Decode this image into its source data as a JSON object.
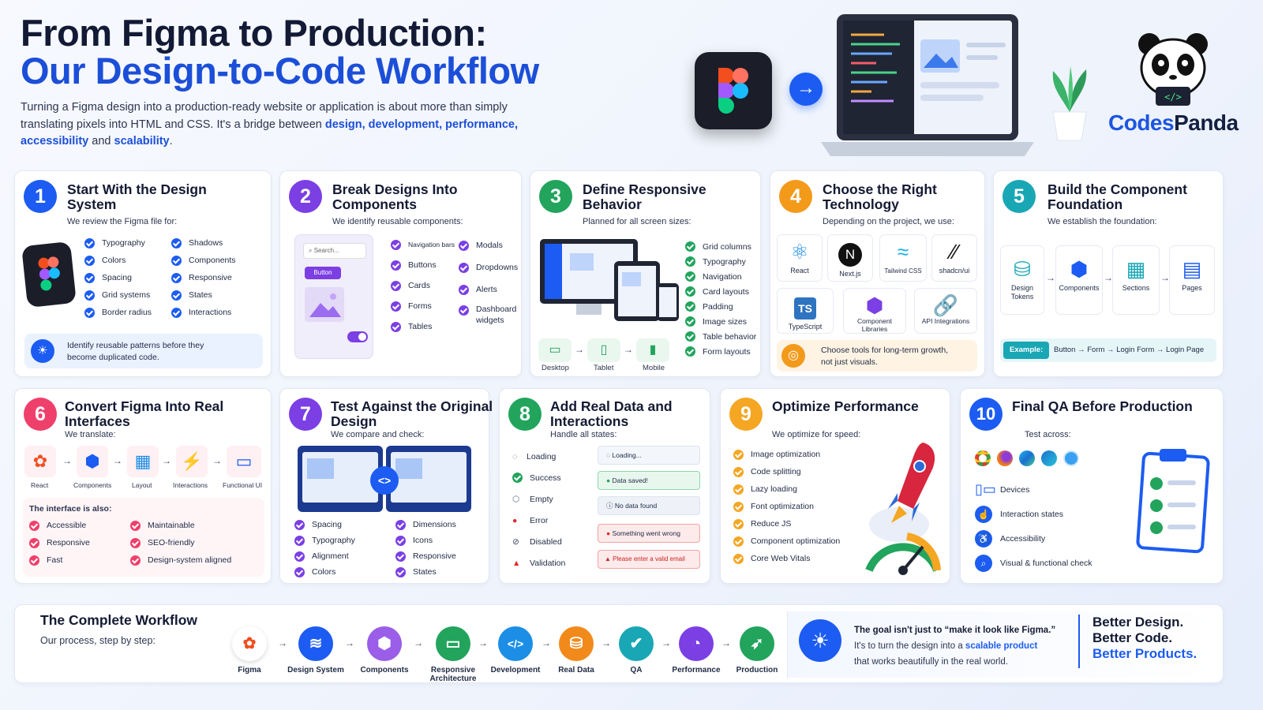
{
  "header": {
    "title_line1": "From Figma to Production:",
    "title_line2": "Our Design-to-Code Workflow",
    "intro_part1": "Turning a Figma design into a production-ready website or application is about more than simply translating pixels into HTML and CSS. It's a bridge between ",
    "intro_b1": "design, development, performance, accessibility",
    "intro_part2": " and ",
    "intro_b2": "scalability",
    "intro_part3": "."
  },
  "brand": {
    "part1": "Codes",
    "part2": "Panda"
  },
  "cards": [
    {
      "num": "1",
      "title": "Start With the Design System",
      "sub": "We review the Figma file for:",
      "col1": [
        "Typography",
        "Colors",
        "Spacing",
        "Grid systems",
        "Border radius"
      ],
      "col2": [
        "Shadows",
        "Components",
        "Responsive",
        "States",
        "Interactions"
      ],
      "note": "Identify reusable patterns before they become duplicated code."
    },
    {
      "num": "2",
      "title": "Break Designs Into Components",
      "sub": "We identify reusable components:",
      "col1": [
        "Navigation bars",
        "Buttons",
        "Cards",
        "Forms",
        "Tables"
      ],
      "col2": [
        "Modals",
        "Dropdowns",
        "Alerts",
        "Dashboard widgets"
      ],
      "search": "Search...",
      "button": "Button"
    },
    {
      "num": "3",
      "title": "Define Responsive Behavior",
      "sub": "Planned for all screen sizes:",
      "list": [
        "Grid columns",
        "Typography",
        "Navigation",
        "Card layouts",
        "Padding",
        "Image sizes",
        "Table behavior",
        "Form layouts"
      ],
      "devices": [
        "Desktop",
        "Tablet",
        "Mobile"
      ]
    },
    {
      "num": "4",
      "title": "Choose the Right Technology",
      "sub": "Depending on the project, we use:",
      "tech": [
        "React",
        "Next.js",
        "Tailwind CSS",
        "shadcn/ui",
        "TypeScript",
        "Component Libraries",
        "API Integrations"
      ],
      "note": "Choose tools for long-term growth, not just visuals."
    },
    {
      "num": "5",
      "title": "Build the Component Foundation",
      "sub": "We establish the foundation:",
      "steps": [
        "Design Tokens",
        "Components",
        "Sections",
        "Pages"
      ],
      "example_label": "Example:",
      "example": [
        "Button",
        "Form",
        "Login Form",
        "Login Page"
      ]
    },
    {
      "num": "6",
      "title": "Convert Figma Into Real Interfaces",
      "sub": "We translate:",
      "steps": [
        "React",
        "Components",
        "Layout",
        "Interactions",
        "Functional UI"
      ],
      "also": "The interface is also:",
      "col1": [
        "Accessible",
        "Responsive",
        "Fast"
      ],
      "col2": [
        "Maintainable",
        "SEO-friendly",
        "Design-system aligned"
      ]
    },
    {
      "num": "7",
      "title": "Test Against the Original Design",
      "sub": "We compare and check:",
      "col1": [
        "Spacing",
        "Typography",
        "Alignment",
        "Colors"
      ],
      "col2": [
        "Dimensions",
        "Icons",
        "Responsive",
        "States"
      ]
    },
    {
      "num": "8",
      "title": "Add Real Data and Interactions",
      "sub": "Handle all states:",
      "states": [
        "Loading",
        "Success",
        "Empty",
        "Error",
        "Disabled",
        "Validation"
      ],
      "msgs": [
        "Loading...",
        "Data saved!",
        "No data found",
        "Something went wrong",
        "Please enter a valid email"
      ]
    },
    {
      "num": "9",
      "title": "Optimize Performance",
      "sub": "We optimize for speed:",
      "list": [
        "Image optimization",
        "Code splitting",
        "Lazy loading",
        "Font optimization",
        "Reduce JS",
        "Component optimization",
        "Core Web Vitals"
      ]
    },
    {
      "num": "10",
      "title": "Final QA Before Production",
      "sub": "Test across:",
      "list": [
        "Devices",
        "Interaction states",
        "Accessibility",
        "Visual & functional check"
      ]
    }
  ],
  "workflow": {
    "title": "The Complete Workflow",
    "sub": "Our process, step by step:",
    "steps": [
      "Figma",
      "Design System",
      "Components",
      "Responsive Architecture",
      "Development",
      "Real Data",
      "QA",
      "Performance",
      "Production"
    ],
    "quote1": "The goal isn't just to “make it look like Figma.”",
    "quote2a": "It's to turn the design into a ",
    "quote2b": "scalable product",
    "quote3": "that works beautifully in the real world.",
    "tag1": "Better Design.",
    "tag2": "Better Code.",
    "tag3": "Better Products."
  },
  "colors": {
    "c1": "#1c5cf2",
    "c2": "#7b3fe4",
    "c3": "#22a45d",
    "c4": "#f39a1b",
    "c5": "#19a7b5",
    "c6": "#ef3f6b",
    "c7": "#7b3fe4",
    "c8": "#22a45d",
    "c9": "#f5a623",
    "c10": "#1c5cf2"
  }
}
